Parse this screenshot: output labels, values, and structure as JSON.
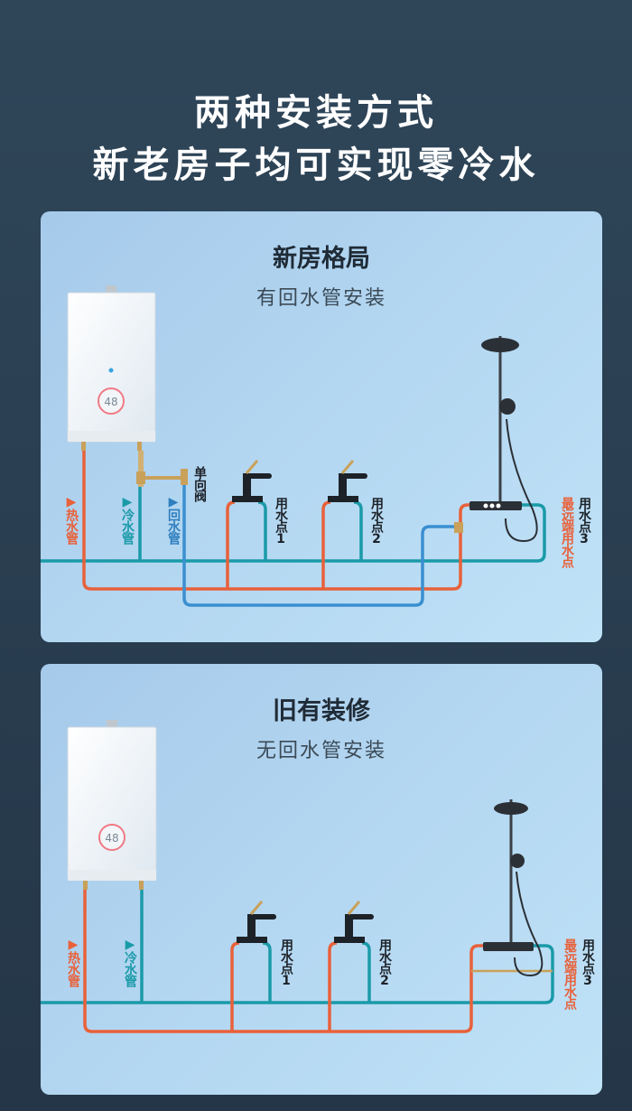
{
  "header": {
    "line1": "两种安装方式",
    "line2": "新老房子均可实现零冷水"
  },
  "colors": {
    "hot_pipe": "#e8613a",
    "cold_pipe": "#1a9aa8",
    "return_pipe": "#3a8fd0"
  },
  "panels": [
    {
      "title": "新房格局",
      "subtitle": "有回水管安装",
      "heater_display": "48",
      "labels": {
        "hot": "▶热水管",
        "cold": "▶冷水管",
        "return": "▶回水管",
        "check_valve": "单向阀",
        "point1": "用水点1",
        "point2": "用水点2",
        "point3": "用水点3",
        "farthest": "最远端用水点"
      }
    },
    {
      "title": "旧有装修",
      "subtitle": "无回水管安装",
      "heater_display": "48",
      "labels": {
        "hot": "▶热水管",
        "cold": "▶冷水管",
        "point1": "用水点1",
        "point2": "用水点2",
        "point3": "用水点3",
        "farthest": "最远端用水点"
      }
    }
  ]
}
